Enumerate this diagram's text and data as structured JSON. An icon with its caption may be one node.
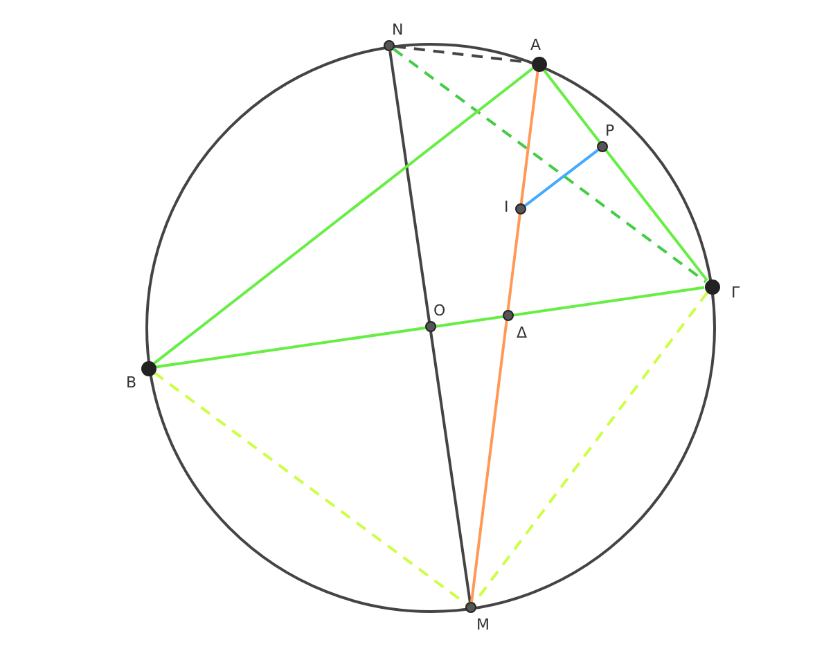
{
  "diagram": {
    "nodes": [
      {
        "text": [],
        "shape": "circle",
        "beside": [
          "N"
        ]
      },
      {
        "text": [],
        "shape": "circle",
        "beside": [
          "A"
        ]
      },
      {
        "text": [],
        "shape": "circle",
        "beside": [
          "P"
        ]
      },
      {
        "text": [],
        "shape": "circle",
        "beside": [
          "I"
        ]
      },
      {
        "text": [],
        "shape": "circle",
        "beside": [
          "Γ"
        ]
      },
      {
        "text": [],
        "shape": "circle",
        "beside": [
          "O"
        ]
      },
      {
        "text": [],
        "shape": "circle",
        "beside": [
          "Δ"
        ]
      },
      {
        "text": [],
        "shape": "circle",
        "beside": [
          "B"
        ]
      },
      {
        "text": [],
        "shape": "circle",
        "beside": [
          "M"
        ]
      }
    ],
    "edges": [
      {
        "from": 0,
        "to": 1,
        "arrow": "none",
        "style": "dashed",
        "color": "#444444"
      },
      {
        "from": 0,
        "to": 4,
        "arrow": "none",
        "style": "dashed",
        "color": "#44cc44"
      },
      {
        "from": 0,
        "to": 8,
        "arrow": "none",
        "color": "#444444"
      },
      {
        "from": 1,
        "to": 7,
        "arrow": "none"
      },
      {
        "from": 1,
        "to": 4,
        "arrow": "none"
      },
      {
        "from": 7,
        "to": 4,
        "arrow": "none"
      },
      {
        "from": 1,
        "to": 8,
        "arrow": "none",
        "color": "#ff9955"
      },
      {
        "from": 3,
        "to": 2,
        "arrow": "none",
        "color": "#44aaff"
      },
      {
        "from": 7,
        "to": 8,
        "arrow": "none",
        "style": "dashed",
        "color": "#ccff44"
      },
      {
        "from": 4,
        "to": 8,
        "arrow": "none",
        "style": "dashed",
        "color": "#ccff44"
      }
    ]
  }
}
